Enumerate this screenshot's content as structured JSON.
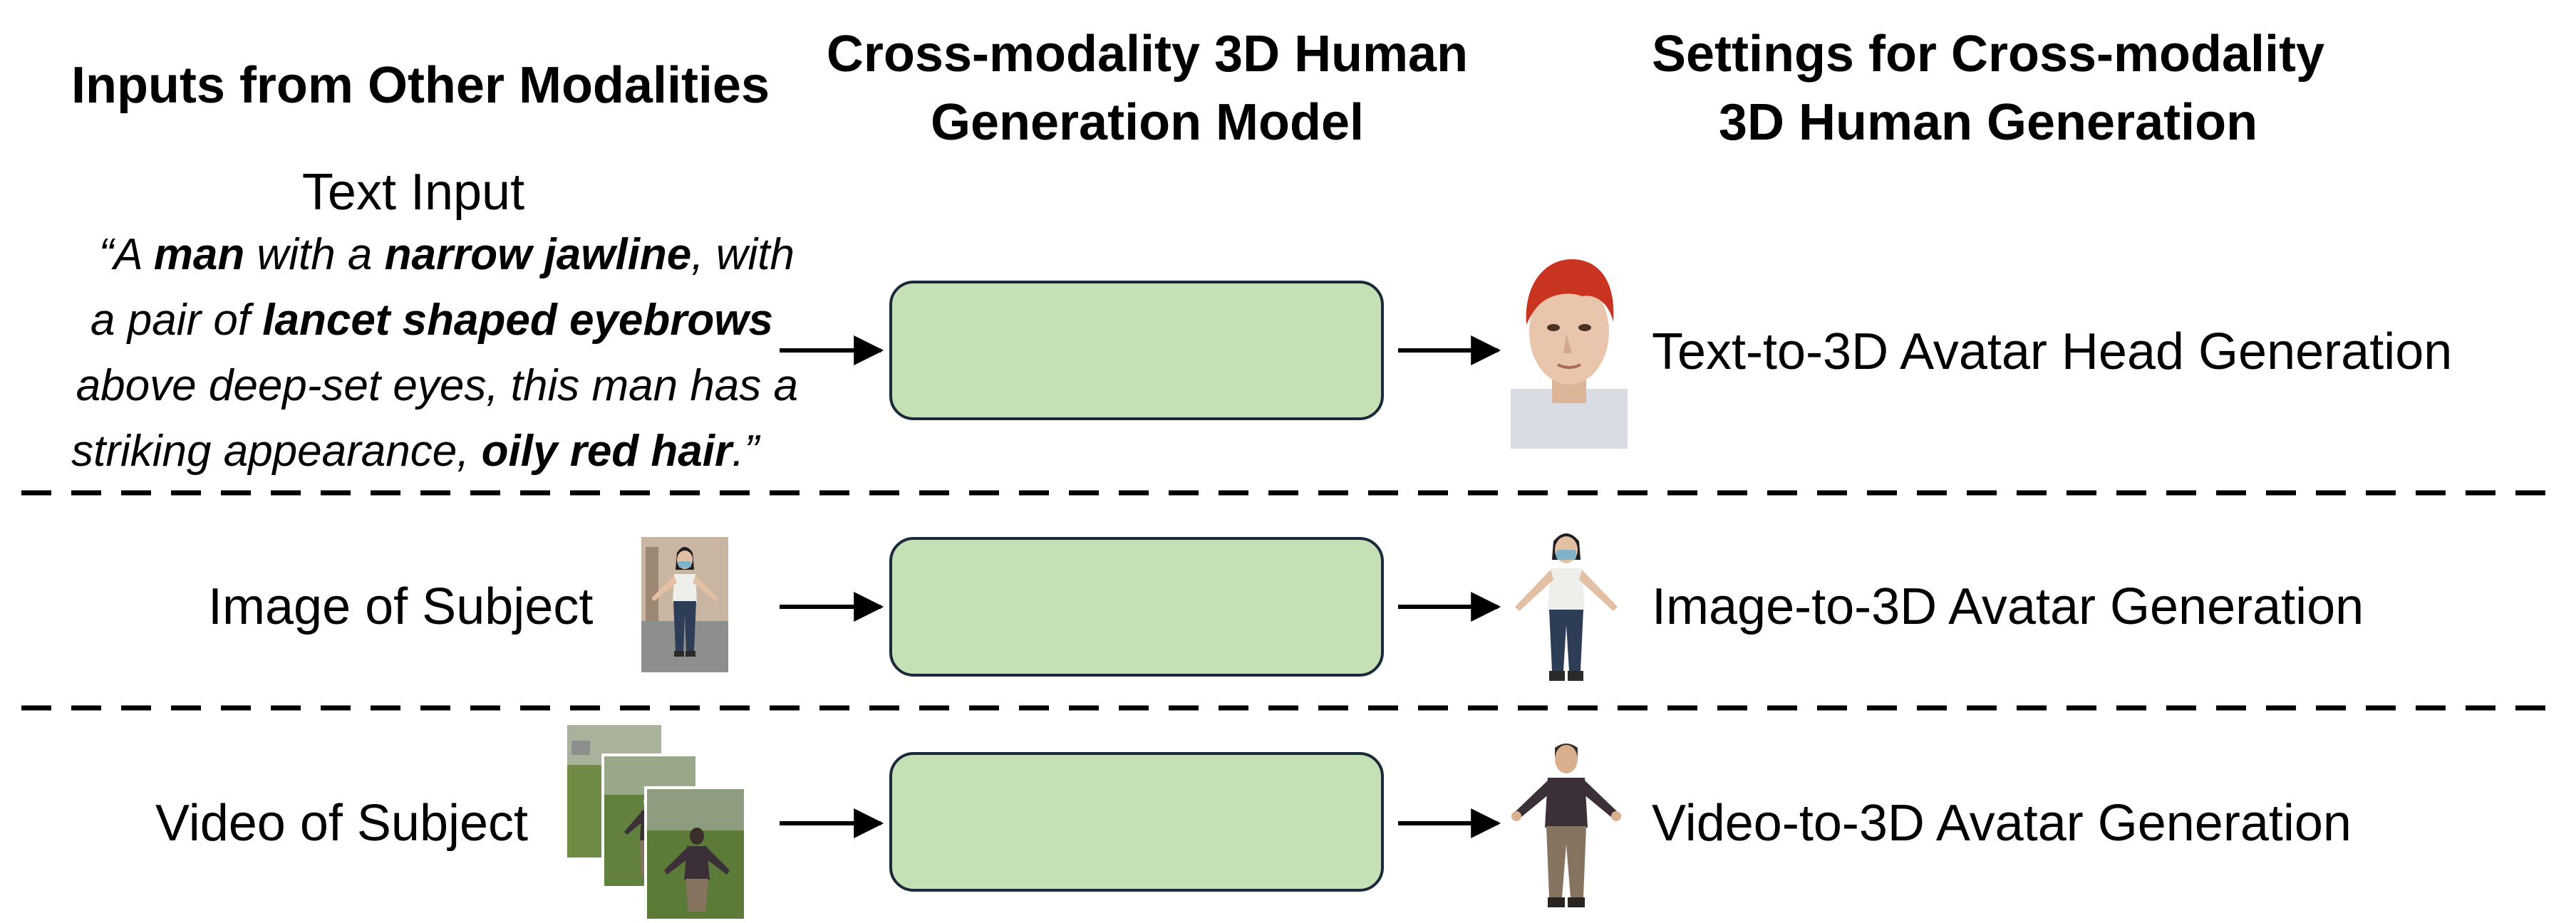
{
  "headers": {
    "inputs": "Inputs from Other Modalities",
    "model_line1": "Cross-modality 3D Human",
    "model_line2": "Generation Model",
    "settings_line1": "Settings for Cross-modality",
    "settings_line2": "3D Human Generation"
  },
  "text_input": {
    "title": "Text Input",
    "lines": [
      [
        {
          "t": "“A ",
          "b": false
        },
        {
          "t": "man",
          "b": true
        },
        {
          "t": " with a ",
          "b": false
        },
        {
          "t": "narrow jawline",
          "b": true
        },
        {
          "t": ", with",
          "b": false
        }
      ],
      [
        {
          "t": "a pair of ",
          "b": false
        },
        {
          "t": "lancet shaped eyebrows",
          "b": true
        }
      ],
      [
        {
          "t": "above deep-set eyes, this man has a",
          "b": false
        }
      ],
      [
        {
          "t": "striking appearance, ",
          "b": false
        },
        {
          "t": "oily red hair",
          "b": true
        },
        {
          "t": ".”",
          "b": false
        }
      ]
    ]
  },
  "image_input": {
    "label": "Image of Subject"
  },
  "video_input": {
    "label": "Video of Subject"
  },
  "outputs": {
    "text": "Text-to-3D Avatar Head Generation",
    "image": "Image-to-3D Avatar Generation",
    "video": "Video-to-3D Avatar Generation"
  },
  "colors": {
    "model_box_fill": "#c5e0b4",
    "model_box_border": "#1b2a3a",
    "arrow": "#000000",
    "divider": "#000000",
    "hair_red": "#c8341f",
    "skin": "#e9c6ab",
    "mask_blue": "#7fb3c9"
  },
  "icons": {
    "text_output": "avatar-head-icon",
    "image_input": "woman-photo-icon",
    "image_output": "woman-avatar-icon",
    "video_input": "video-frames-icon",
    "video_output": "man-avatar-icon"
  }
}
